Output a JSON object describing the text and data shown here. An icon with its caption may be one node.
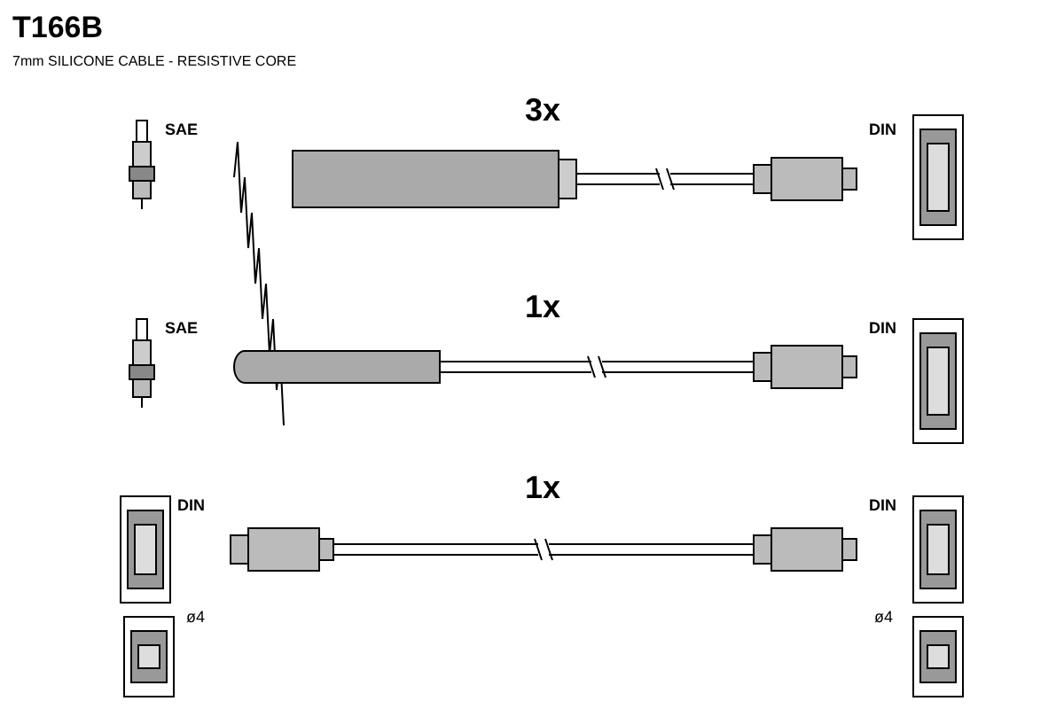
{
  "diagram": {
    "title": "T166B",
    "labels": [
      "7mm SILICONE CABLE - RESISTIVE CORE",
      "SAE",
      "3x",
      "DIN",
      "SAE",
      "1x",
      "DIN",
      "DIN",
      "1x",
      "DIN",
      "ø4",
      "ø4"
    ]
  }
}
